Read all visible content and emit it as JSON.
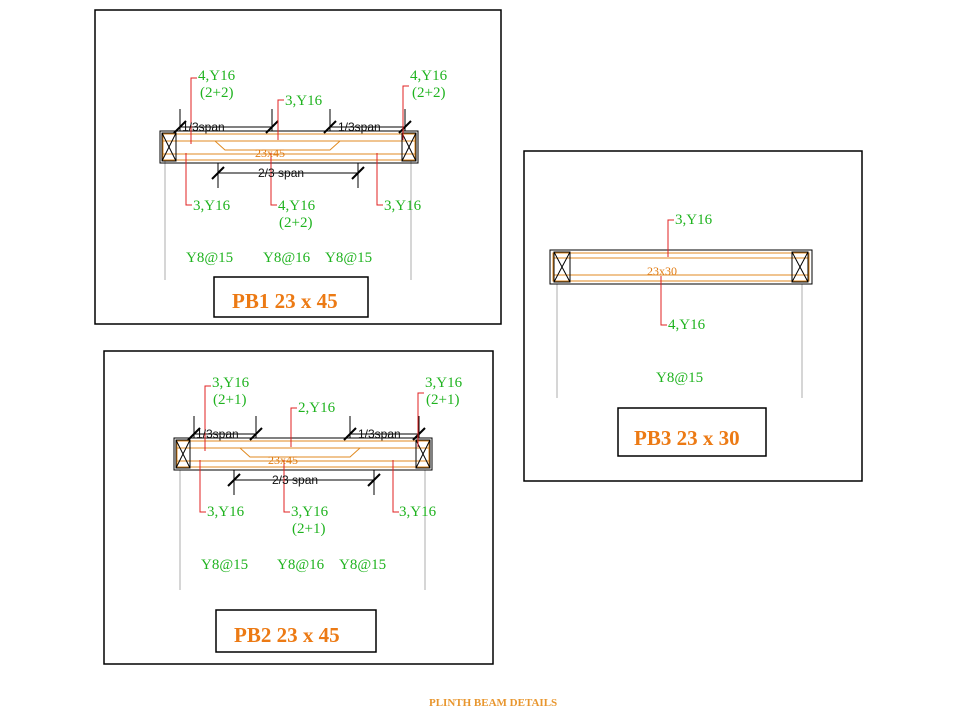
{
  "pb1": {
    "top_left": "4,Y16",
    "top_left_sub": "(2+2)",
    "top_mid": "3,Y16",
    "top_right": "4,Y16",
    "top_right_sub": "(2+2)",
    "span_left": "1/3span",
    "span_right": "1/3span",
    "size": "23x45",
    "span_mid": "2/3 span",
    "bot_left": "3,Y16",
    "bot_mid": "4,Y16",
    "bot_mid_sub": "(2+2)",
    "bot_right": "3,Y16",
    "stir_left": "Y8@15",
    "stir_mid": "Y8@16",
    "stir_right": "Y8@15",
    "title": "PB1 23 x 45"
  },
  "pb2": {
    "top_left": "3,Y16",
    "top_left_sub": "(2+1)",
    "top_mid": "2,Y16",
    "top_right": "3,Y16",
    "top_right_sub": "(2+1)",
    "span_left": "1/3span",
    "span_right": "1/3span",
    "size": "23x45",
    "span_mid": "2/3 span",
    "bot_left": "3,Y16",
    "bot_mid": "3,Y16",
    "bot_mid_sub": "(2+1)",
    "bot_right": "3,Y16",
    "stir_left": "Y8@15",
    "stir_mid": "Y8@16",
    "stir_right": "Y8@15",
    "title": "PB2 23 x 45"
  },
  "pb3": {
    "top_mid": "3,Y16",
    "size": "23x30",
    "bot_mid": "4,Y16",
    "stir": "Y8@15",
    "title": "PB3 23 x 30"
  },
  "footer": {
    "title": "PLINTH BEAM DETAILS"
  },
  "colors": {
    "label_green": "#1fb31f",
    "title_orange": "#ec7a14",
    "leader_red": "#e02020"
  }
}
